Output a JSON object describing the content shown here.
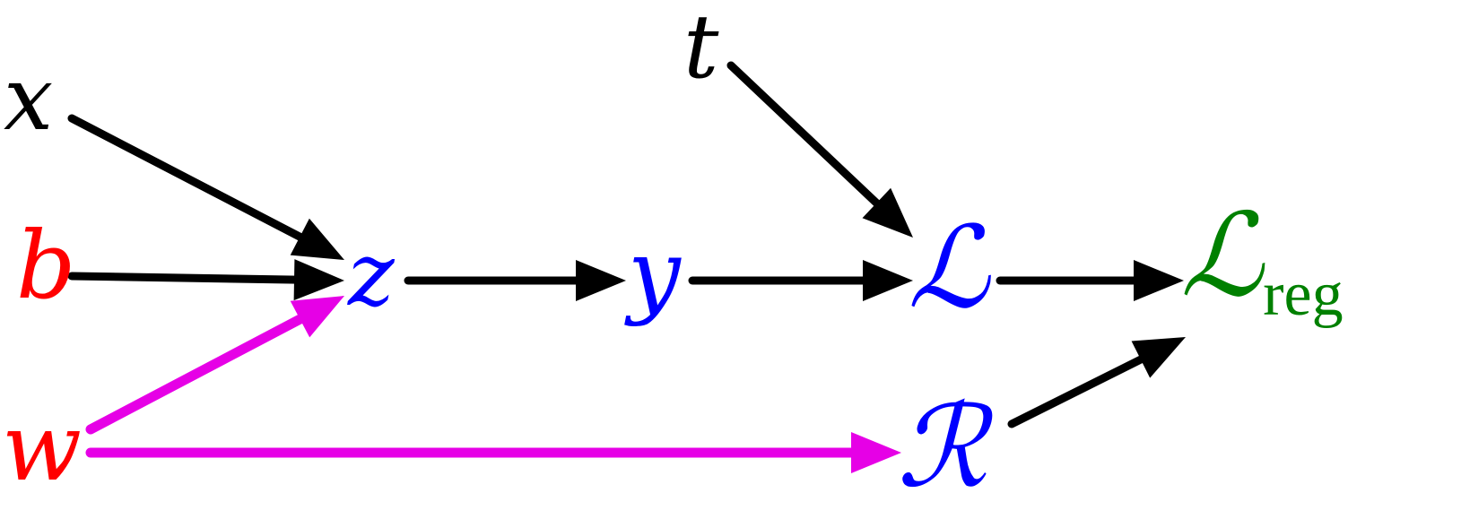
{
  "diagram": {
    "colors": {
      "black": "#000000",
      "red": "#ff0000",
      "blue": "#0000ff",
      "green": "#008000",
      "magenta": "#e600e6"
    },
    "nodes": {
      "x": {
        "label": "x",
        "color": "#000000"
      },
      "t": {
        "label": "t",
        "color": "#000000"
      },
      "b": {
        "label": "b",
        "color": "#ff0000"
      },
      "w": {
        "label": "w",
        "color": "#ff0000"
      },
      "z": {
        "label": "z",
        "color": "#0000ff"
      },
      "y": {
        "label": "y",
        "color": "#0000ff"
      },
      "L": {
        "label": "ℒ",
        "color": "#0000ff"
      },
      "R": {
        "label": "ℛ",
        "color": "#0000ff"
      },
      "Lreg": {
        "label": "ℒ",
        "subscript": "reg",
        "color": "#008000"
      }
    },
    "edges": [
      {
        "from": "x",
        "to": "z",
        "color": "#000000"
      },
      {
        "from": "b",
        "to": "z",
        "color": "#000000"
      },
      {
        "from": "w",
        "to": "z",
        "color": "#e600e6"
      },
      {
        "from": "z",
        "to": "y",
        "color": "#000000"
      },
      {
        "from": "y",
        "to": "L",
        "color": "#000000"
      },
      {
        "from": "t",
        "to": "L",
        "color": "#000000"
      },
      {
        "from": "L",
        "to": "Lreg",
        "color": "#000000"
      },
      {
        "from": "w",
        "to": "R",
        "color": "#e600e6"
      },
      {
        "from": "R",
        "to": "Lreg",
        "color": "#000000"
      }
    ]
  }
}
